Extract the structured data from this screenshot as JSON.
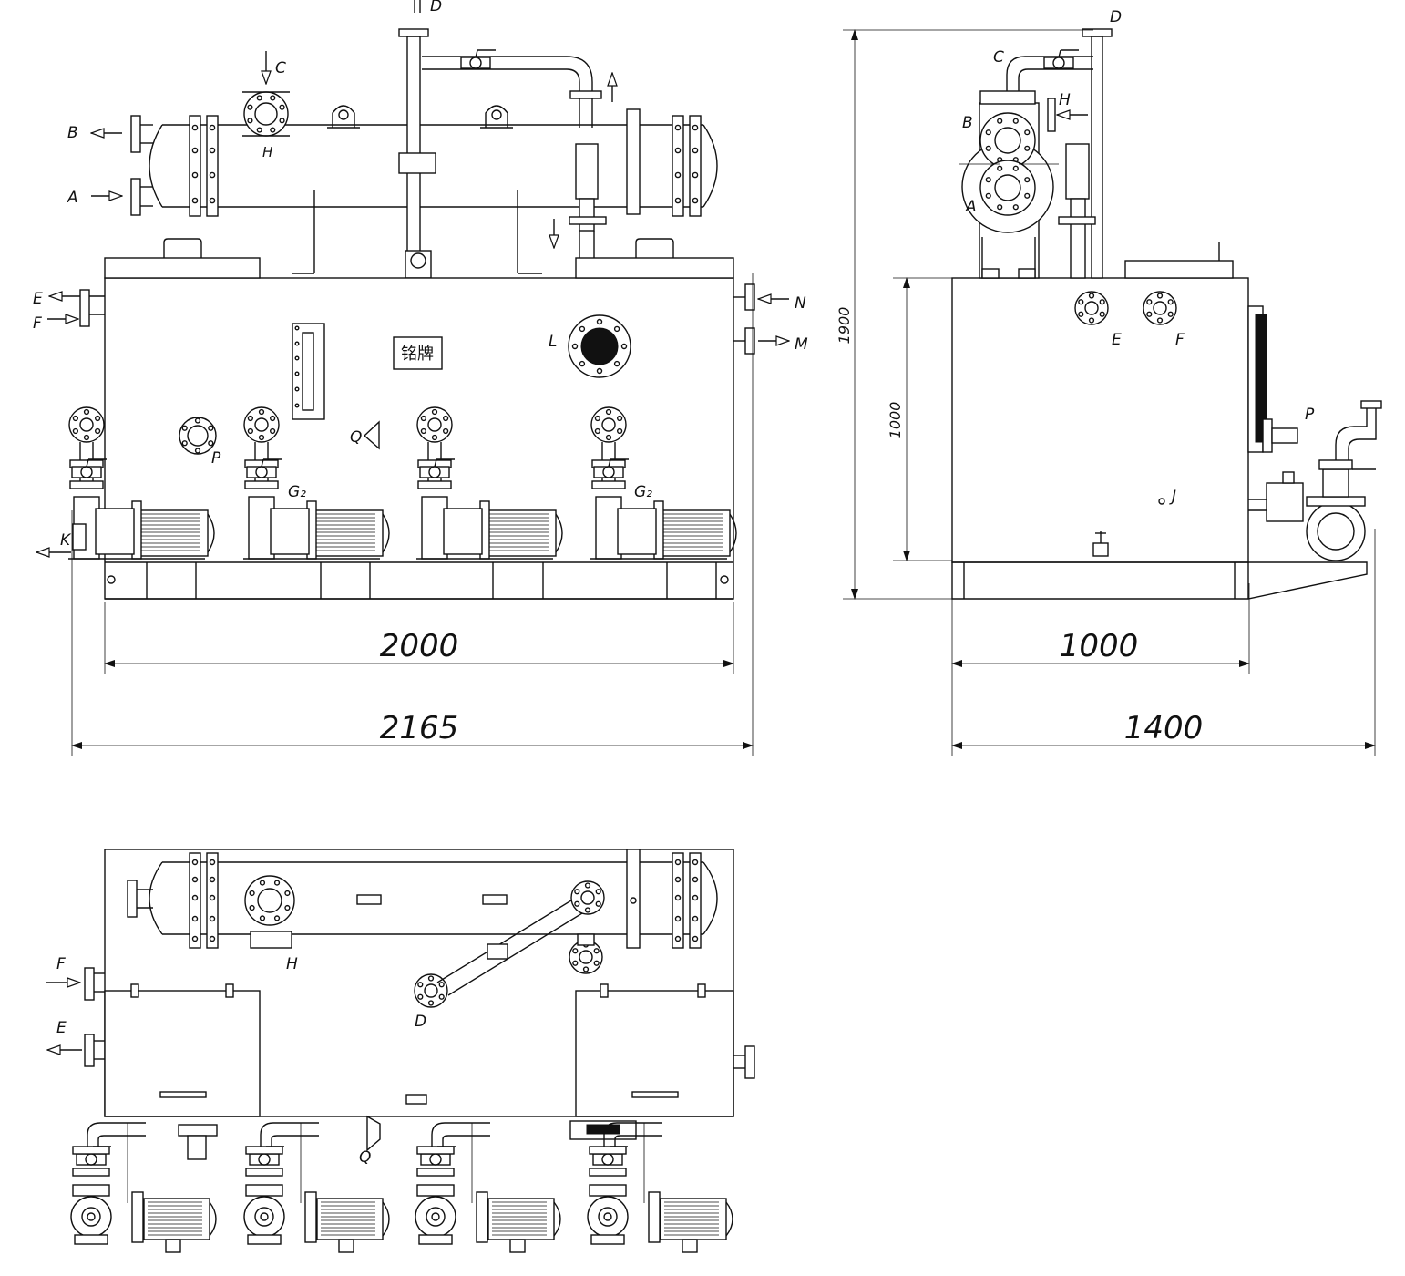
{
  "labels": {
    "A": "A",
    "B": "B",
    "C": "C",
    "D": "D",
    "E": "E",
    "F": "F",
    "G2": "G₂",
    "H": "H",
    "J": "J",
    "K": "K",
    "L": "L",
    "M": "M",
    "N": "N",
    "P": "P",
    "Q": "Q"
  },
  "nameplate": "铭牌",
  "dimensions": {
    "front_inner_width": "2000",
    "front_overall_width": "2165",
    "side_inner_width": "1000",
    "side_overall_width": "1400",
    "overall_height": "1900",
    "tank_height": "1000"
  },
  "colors": {
    "line": "#111111",
    "background": "#ffffff"
  }
}
